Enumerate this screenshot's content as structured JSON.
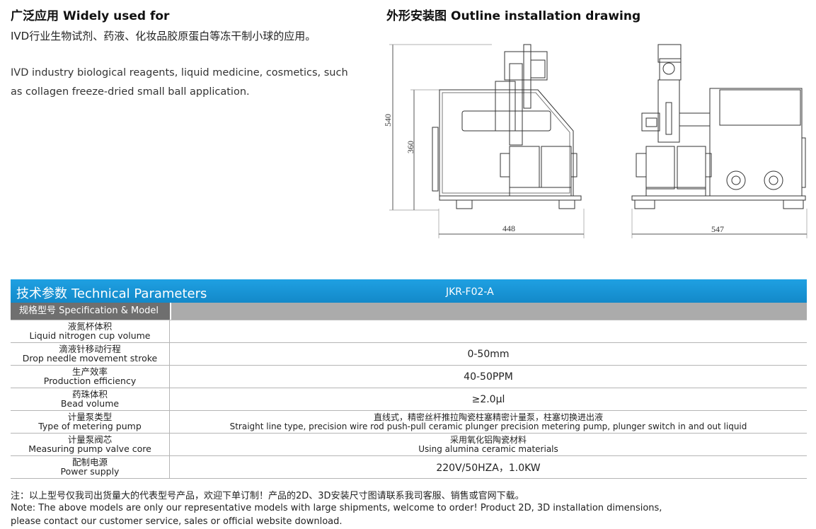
{
  "usage": {
    "title_cn": "广泛应用",
    "title_en": "Widely used for",
    "desc_cn": "IVD行业生物试剂、药液、化妆品胶原蛋白等冻干制小球的应用。",
    "desc_en": "IVD industry biological reagents, liquid medicine, cosmetics, such as collagen freeze-dried small ball application."
  },
  "drawing": {
    "title_cn": "外形安装图",
    "title_en": "Outline installation drawing",
    "dim_height_total": "540",
    "dim_height_body": "360",
    "dim_width_side": "448",
    "dim_width_front": "547"
  },
  "params": {
    "title_cn": "技术参数",
    "title_en": "Technical Parameters",
    "model": "JKR-F02-A",
    "spec_label": "规格型号  Specification & Model",
    "rows": [
      {
        "cn": "液氮杯体积",
        "en": "Liquid nitrogen cup volume",
        "value": "",
        "value2": ""
      },
      {
        "cn": "滴液针移动行程",
        "en": "Drop needle movement stroke",
        "value": "0-50mm",
        "value2": ""
      },
      {
        "cn": "生产效率",
        "en": "Production efficiency",
        "value": "40-50PPM",
        "value2": ""
      },
      {
        "cn": "药珠体积",
        "en": "Bead volume",
        "value": "≥2.0μl",
        "value2": ""
      },
      {
        "cn": "计量泵类型",
        "en": "Type of metering pump",
        "value": "直线式，精密丝杆推拉陶瓷柱塞精密计量泵，柱塞切换进出液",
        "value2": "Straight line type, precision wire rod push-pull ceramic plunger precision metering pump, plunger switch in and out liquid"
      },
      {
        "cn": "计量泵阀芯",
        "en": "Measuring pump valve core",
        "value": "采用氧化铝陶瓷材料",
        "value2": "Using alumina ceramic materials"
      },
      {
        "cn": "配制电源",
        "en": "Power supply",
        "value": "220V/50HZA，1.0KW",
        "value2": ""
      }
    ]
  },
  "note": {
    "cn": "注：以上型号仅我司出货量大的代表型号产品，欢迎下单订制！产品的2D、3D安装尺寸图请联系我司客服、销售或官网下载。",
    "en_1": "Note: The above models are only our representative models with large shipments, welcome to order! Product 2D, 3D installation dimensions,",
    "en_2": "please contact our customer service, sales or official website download."
  }
}
